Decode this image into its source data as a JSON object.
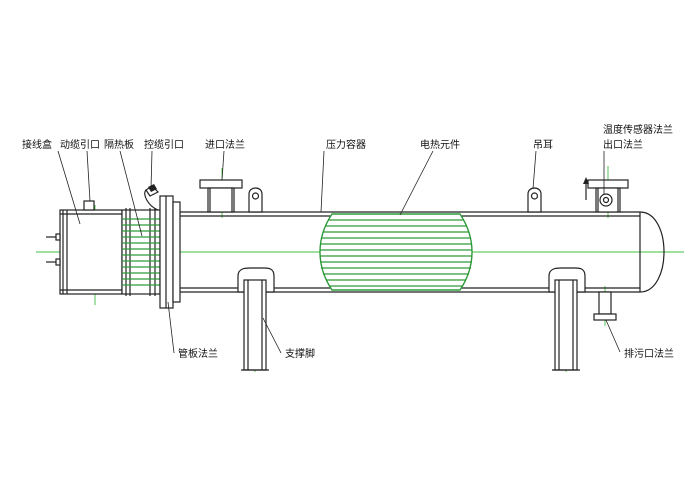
{
  "labels": {
    "junction_box": "接线盒",
    "power_cable_inlet": "动缆引口",
    "heat_shield": "隔热板",
    "control_cable_inlet": "控缆引口",
    "inlet_flange": "进口法兰",
    "pressure_vessel": "压力容器",
    "heating_element": "电热元件",
    "lifting_lug": "吊耳",
    "temp_sensor_flange": "温度传感器法兰",
    "outlet_flange": "出口法兰",
    "tube_sheet_flange": "管板法兰",
    "support_leg": "支撑脚",
    "drain_flange": "排污口法兰"
  },
  "colors": {
    "line": "#222222",
    "centerline": "#3fbf3f",
    "element": "#2e9a3a",
    "background": "#ffffff"
  }
}
